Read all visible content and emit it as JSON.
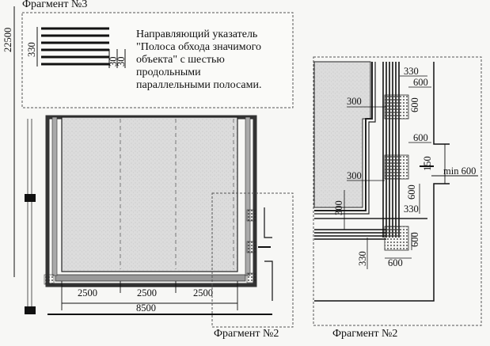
{
  "fragment3_label": "Фрагмент №3",
  "fragment2_label_left": "Фрагмент №2",
  "fragment2_label_right": "Фрагмент №2",
  "description_lines": [
    "Направляющий указатель",
    "\"Полоса обхода значимого",
    " объекта\" с шестью",
    "продольными",
    "параллельными полосами."
  ],
  "legend_dims": {
    "height": "330",
    "gap1": "30",
    "gap2": "30"
  },
  "left_dims": {
    "vertical_total": "22500",
    "bay1": "2500",
    "bay2": "2500",
    "bay3": "2500",
    "total": "8500"
  },
  "right_dims": {
    "d_330_top": "330",
    "d_600_a": "600",
    "d_300_a": "300",
    "d_600_b": "600",
    "d_150": "150",
    "min_label": "min 600",
    "d_300_b": "300",
    "d_300_c": "300",
    "d_600_c": "600",
    "d_330_mid": "330",
    "d_600_d": "600",
    "d_330_low": "330",
    "d_600_e": "600"
  }
}
